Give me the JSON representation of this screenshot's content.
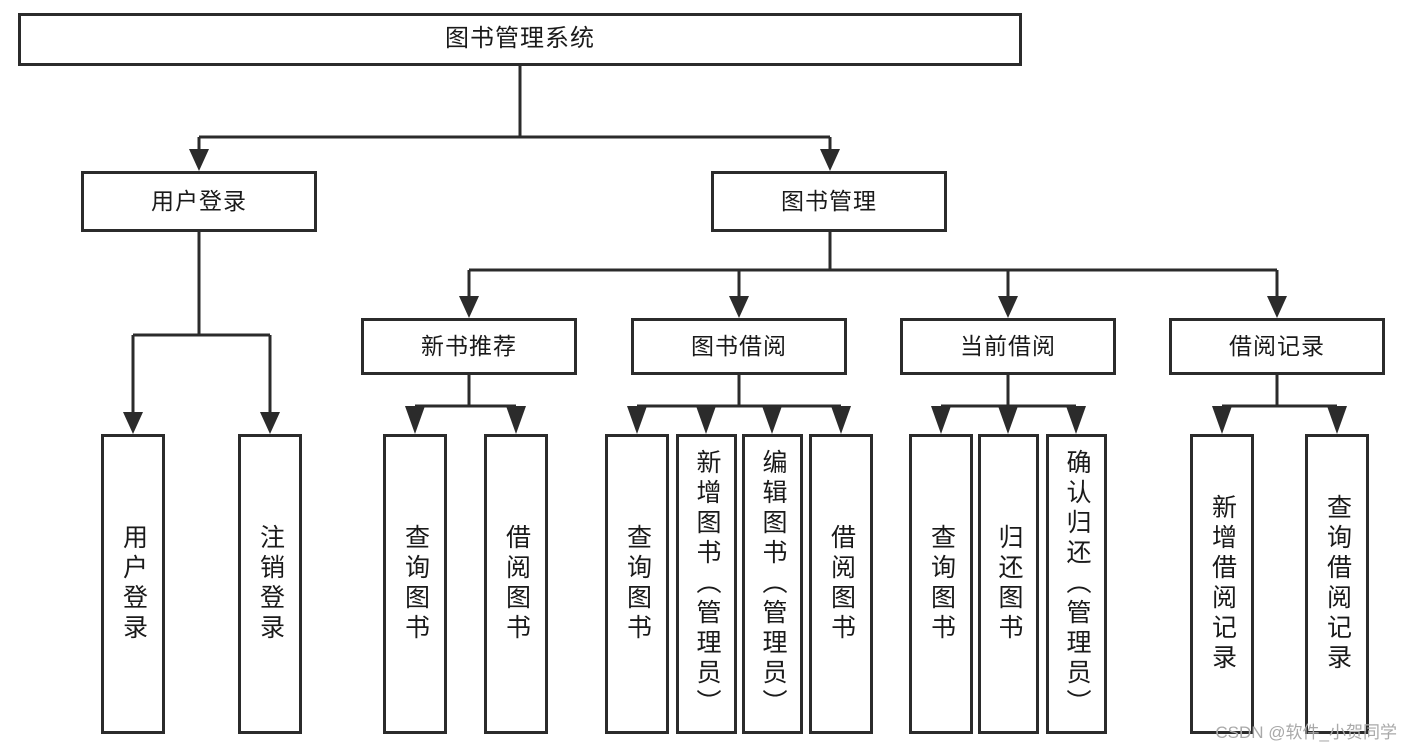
{
  "diagram": {
    "title": "图书管理系统",
    "type": "tree",
    "orientation": "top-down",
    "colors": {
      "stroke": "#2b2b2b",
      "fill": "#ffffff",
      "text": "#1a1a1a",
      "watermark": "#a9a9a9"
    },
    "watermark": "CSDN @软件_小贺同学",
    "nodes": {
      "root": {
        "label": "图书管理系统"
      },
      "level1": [
        {
          "id": "user-login",
          "label": "用户登录"
        },
        {
          "id": "book-manage",
          "label": "图书管理"
        }
      ],
      "level2": [
        {
          "id": "new-book-recommend",
          "label": "新书推荐"
        },
        {
          "id": "book-borrow",
          "label": "图书借阅"
        },
        {
          "id": "current-borrow",
          "label": "当前借阅"
        },
        {
          "id": "borrow-record",
          "label": "借阅记录"
        }
      ],
      "leaves": {
        "user-login": [
          {
            "id": "leaf-user-login",
            "label": "用户登录"
          },
          {
            "id": "leaf-user-logout",
            "label": "注销登录"
          }
        ],
        "new-book-recommend": [
          {
            "id": "leaf-query-book-1",
            "label": "查询图书"
          },
          {
            "id": "leaf-borrow-book-1",
            "label": "借阅图书"
          }
        ],
        "book-borrow": [
          {
            "id": "leaf-query-book-2",
            "label": "查询图书"
          },
          {
            "id": "leaf-add-book-admin",
            "label": "新增图书（管理员）"
          },
          {
            "id": "leaf-edit-book-admin",
            "label": "编辑图书（管理员）"
          },
          {
            "id": "leaf-borrow-book-2",
            "label": "借阅图书"
          }
        ],
        "current-borrow": [
          {
            "id": "leaf-query-book-3",
            "label": "查询图书"
          },
          {
            "id": "leaf-return-book",
            "label": "归还图书"
          },
          {
            "id": "leaf-confirm-return-admin",
            "label": "确认归还（管理员）"
          }
        ],
        "borrow-record": [
          {
            "id": "leaf-add-borrow-record",
            "label": "新增借阅记录"
          },
          {
            "id": "leaf-query-borrow-record",
            "label": "查询借阅记录"
          }
        ]
      }
    }
  }
}
